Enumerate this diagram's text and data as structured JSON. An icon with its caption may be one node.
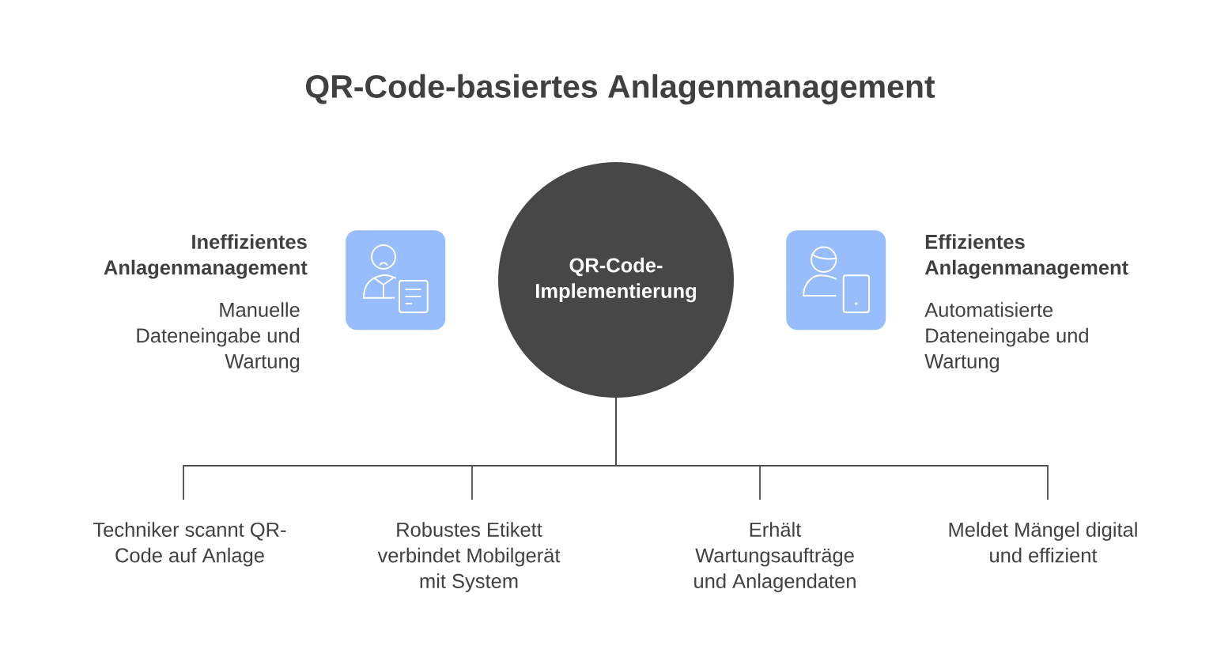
{
  "diagram": {
    "title": "QR-Code-basiertes Anlagenmanagement",
    "nodes": [
      {
        "text": [],
        "shape": "picture",
        "beside": [
          "Ineffizientes Anlagenmanagement",
          "Manuelle Dateneingabe und Wartung"
        ]
      },
      {
        "text": [
          "QR-Code- Implementierung"
        ]
      },
      {
        "text": [],
        "shape": "picture",
        "beside": [
          "Effizientes Anlagenmanagement",
          "Automatisierte Dateneingabe und Wartung"
        ]
      },
      {
        "text": [
          "Techniker scannt QR- Code auf Anlage"
        ]
      },
      {
        "text": [
          "Robustes Etikett verbindet Mobilgerät mit System"
        ]
      },
      {
        "text": [
          "Erhält Wartungsaufträge und Anlagendaten"
        ]
      },
      {
        "text": [
          "Meldet Mängel digital und effizient"
        ]
      }
    ],
    "edges": [
      {
        "from": 1,
        "to": 3,
        "arrow": "none"
      },
      {
        "from": 1,
        "to": 4,
        "arrow": "none"
      },
      {
        "from": 1,
        "to": 5,
        "arrow": "none"
      },
      {
        "from": 1,
        "to": 6,
        "arrow": "none"
      }
    ]
  }
}
